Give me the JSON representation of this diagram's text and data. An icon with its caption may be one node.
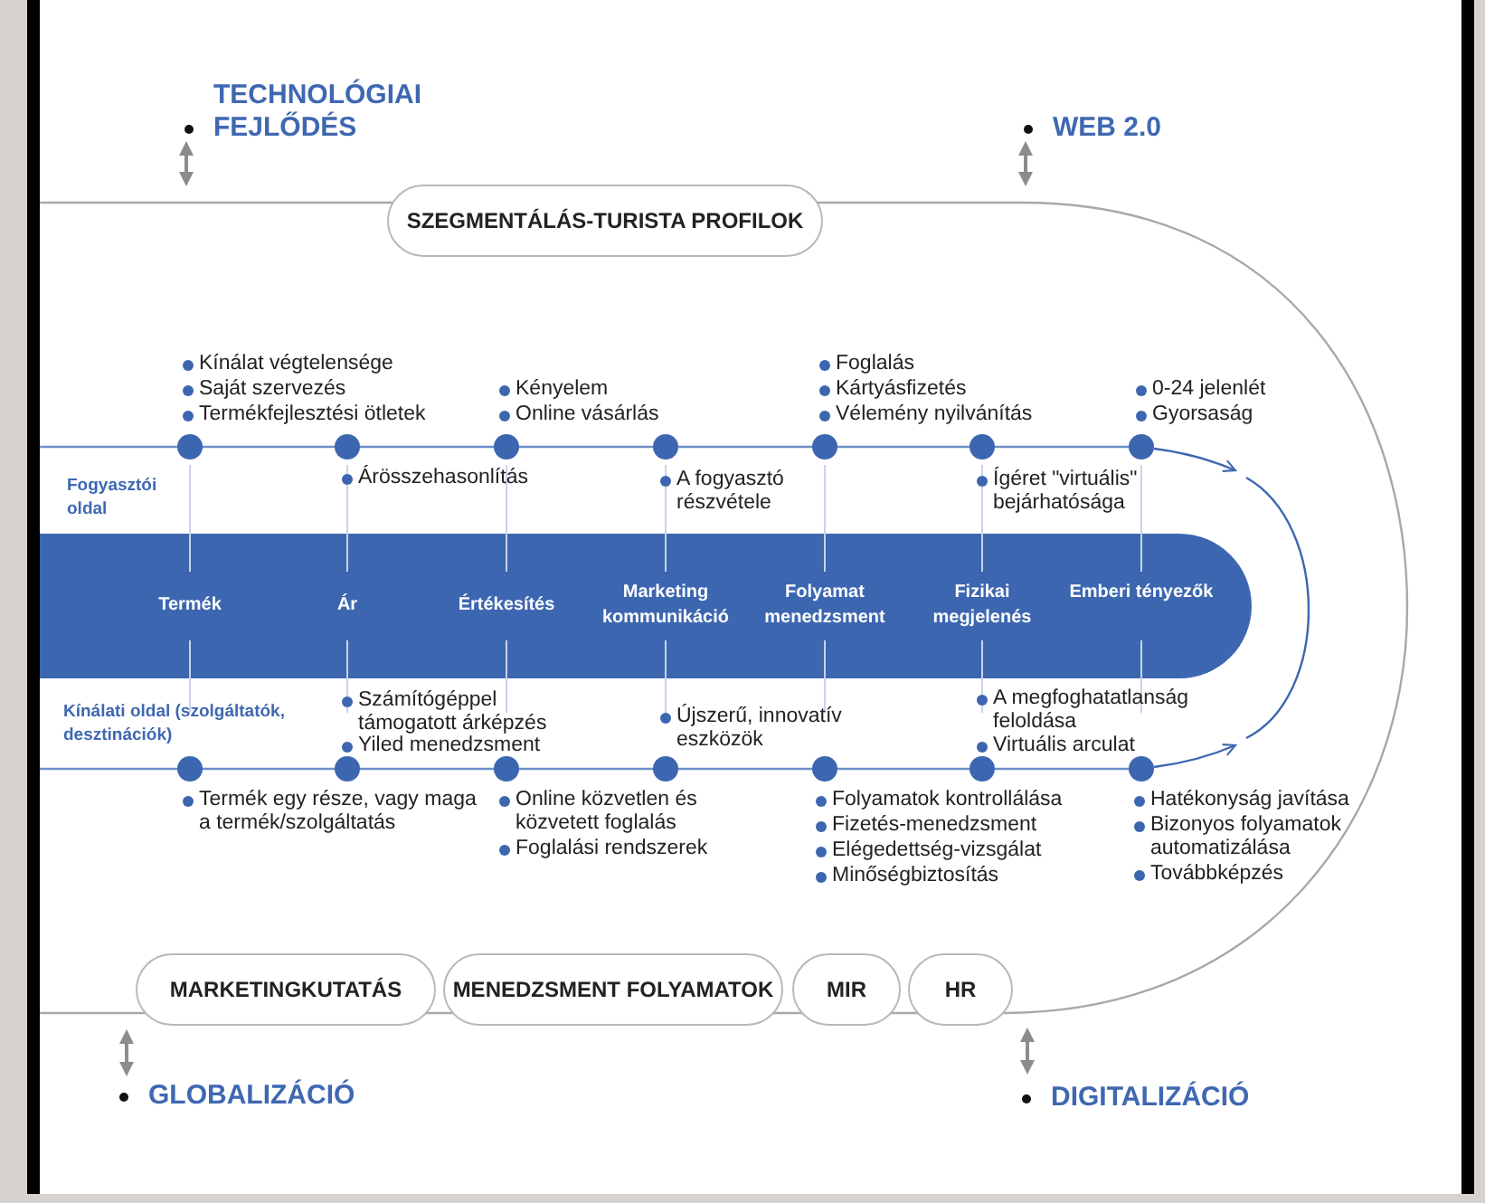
{
  "diagram": {
    "nodes": [
      {
        "text": [
          "SZEGMENTÁLÁS-TURISTA PROFILOK"
        ]
      },
      {
        "text": [
          "Termék",
          "Ár",
          "Értékesítés",
          "Marketing kommunikáció",
          "Folyamat menedzsment",
          "Fizikai megjelenés",
          "Emberi tényezők"
        ]
      },
      {
        "text": [
          "MARKETINGKUTATÁS"
        ]
      },
      {
        "text": [
          "MENEDZSMENT FOLYAMATOK"
        ]
      },
      {
        "text": [
          "MIR"
        ]
      },
      {
        "text": [
          "HR"
        ]
      }
    ],
    "labels": [
      "TECHNOLÓGIAI FEJLŐDÉS",
      "WEB 2.0",
      "Kínálat végtelensége",
      "Saját szervezés",
      "Termékfejlesztési ötletek",
      "Kényelem",
      "Online vásárlás",
      "Foglalás",
      "Kártyásfizetés",
      "Vélemény nyilvánítás",
      "0-24 jelenlét",
      "Gyorsaság",
      "Fogyasztói oldal",
      "Árösszehasonlítás",
      "A fogyasztó részvétele",
      "Ígéret \"virtuális\" bejárhatósága",
      "Kínálati oldal (szolgáltatók, desztinációk)",
      "Számítógéppel támogatott árképzés",
      "Yiled menedzsment",
      "Újszerű, innovatív eszközök",
      "A megfoghatatlanság feloldása",
      "Virtuális arculat",
      "Termék egy része, vagy maga a termék/szolgáltatás",
      "Online közvetlen és közvetett foglalás",
      "Foglalási rendszerek",
      "Folyamatok kontrollálása",
      "Fizetés-menedzsment",
      "Elégedettség-vizsgálat",
      "Minőségbiztosítás",
      "Hatékonyság javítása",
      "Bizonyos folyamatok automatizálása",
      "Továbbképzés",
      "GLOBALIZÁCIÓ",
      "DIGITALIZÁCIÓ"
    ]
  }
}
